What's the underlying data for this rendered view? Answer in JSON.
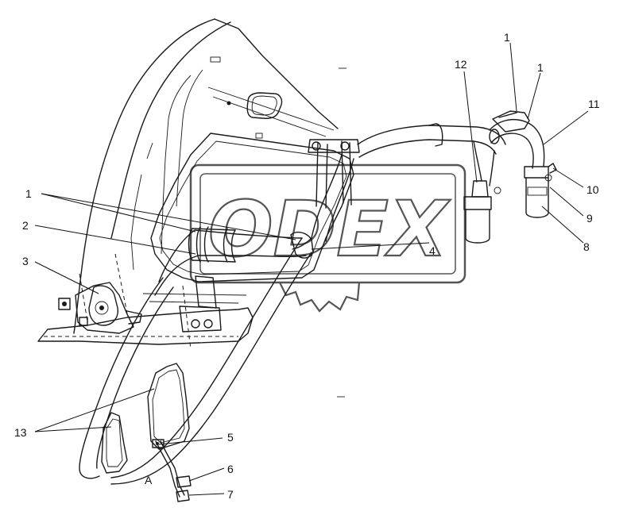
{
  "watermark": {
    "brand_text": "ODEX"
  },
  "labels": {
    "l1_top_a": "1",
    "l1_top_b": "1",
    "l12": "12",
    "l11": "11",
    "l10": "10",
    "l9": "9",
    "l8": "8",
    "l1_left": "1",
    "l2": "2",
    "l3": "3",
    "l4": "4",
    "l13": "13",
    "l5": "5",
    "l6": "6",
    "l7": "7",
    "view_a": "A"
  }
}
